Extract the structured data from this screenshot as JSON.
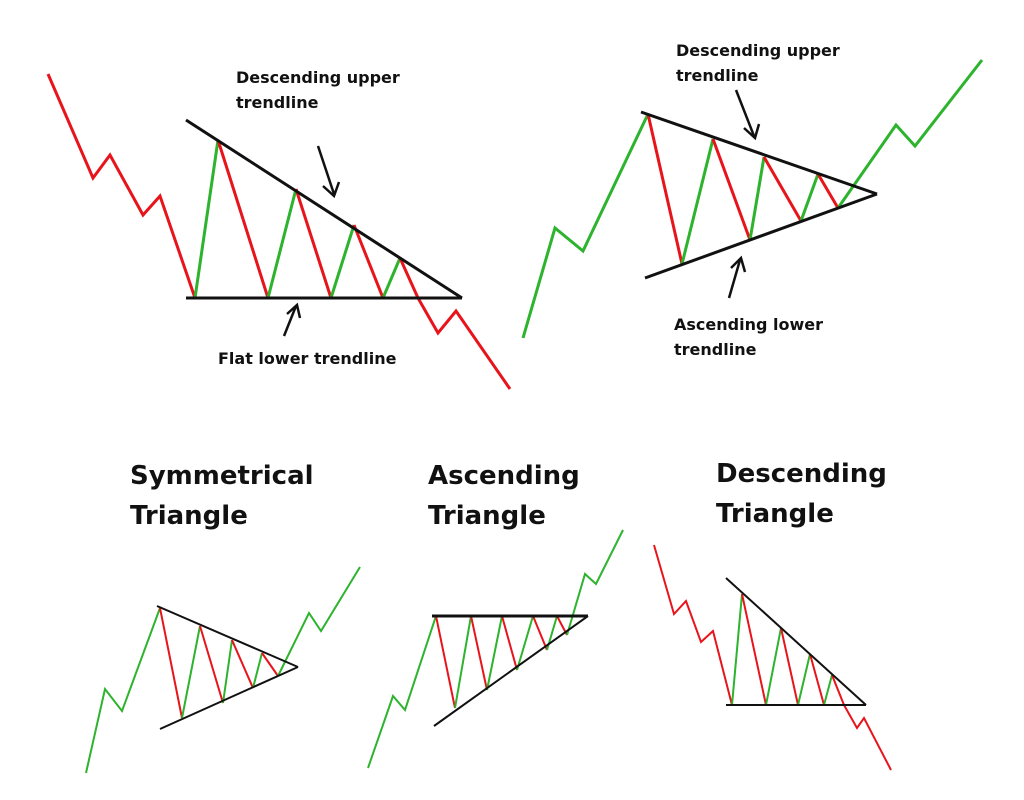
{
  "colors": {
    "up": "#2db32d",
    "down": "#e8141c",
    "line": "#111111",
    "background": "#ffffff"
  },
  "labels": {
    "tl_upper_1": "Descending upper",
    "tl_upper_2": "trendline",
    "tl_lower": "Flat lower trendline",
    "tr_upper_1": "Descending upper",
    "tr_upper_2": "trendline",
    "tr_lower_1": "Ascending lower",
    "tr_lower_2": "trendline"
  },
  "titles": {
    "symmetrical_1": "Symmetrical",
    "symmetrical_2": "Triangle",
    "ascending_1": "Ascending",
    "ascending_2": "Triangle",
    "descending_1": "Descending",
    "descending_2": "Triangle"
  },
  "figures": [
    {
      "name": "large-descending-triangle",
      "trend_in": "down",
      "trend_out": "down"
    },
    {
      "name": "large-symmetrical-triangle",
      "trend_in": "up",
      "trend_out": "up"
    },
    {
      "name": "small-symmetrical-triangle",
      "trend_in": "up",
      "trend_out": "up"
    },
    {
      "name": "small-ascending-triangle",
      "trend_in": "up",
      "trend_out": "up"
    },
    {
      "name": "small-descending-triangle",
      "trend_in": "down",
      "trend_out": "down"
    }
  ]
}
